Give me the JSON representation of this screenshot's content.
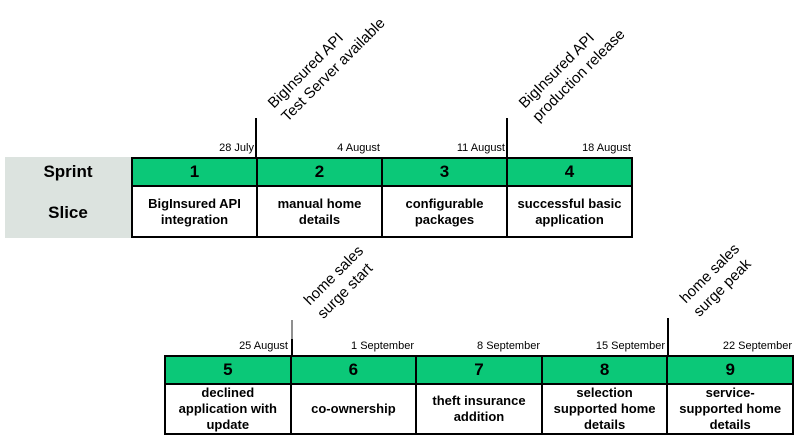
{
  "colors": {
    "sprint_green": "#0bc878",
    "label_box_gray": "#dce3df",
    "line_black": "#000000",
    "tick_gray": "#8f8f8f"
  },
  "row_labels": {
    "sprint": "Sprint",
    "slice": "Slice"
  },
  "timeline_top": {
    "milestones": [
      {
        "lines": [
          "BigInsured API",
          "Test Server available"
        ]
      },
      {
        "lines": [
          "BigInsured API",
          "production release"
        ]
      }
    ],
    "sprints": [
      {
        "number": "1",
        "date": "28 July",
        "slice": "BigInsured API integration"
      },
      {
        "number": "2",
        "date": "4 August",
        "slice": "manual home details"
      },
      {
        "number": "3",
        "date": "11 August",
        "slice": "configurable packages"
      },
      {
        "number": "4",
        "date": "18 August",
        "slice": "successful basic application"
      }
    ]
  },
  "timeline_bottom": {
    "milestones": [
      {
        "lines": [
          "home sales",
          "surge start"
        ]
      },
      {
        "lines": [
          "home sales",
          "surge peak"
        ]
      }
    ],
    "sprints": [
      {
        "number": "5",
        "date": "25 August",
        "slice": "declined application with update"
      },
      {
        "number": "6",
        "date": "1 September",
        "slice": "co-ownership"
      },
      {
        "number": "7",
        "date": "8 September",
        "slice": "theft insurance addition"
      },
      {
        "number": "8",
        "date": "15 September",
        "slice": "selection supported home details"
      },
      {
        "number": "9",
        "date": "22 September",
        "slice": "service-supported home details"
      }
    ]
  }
}
